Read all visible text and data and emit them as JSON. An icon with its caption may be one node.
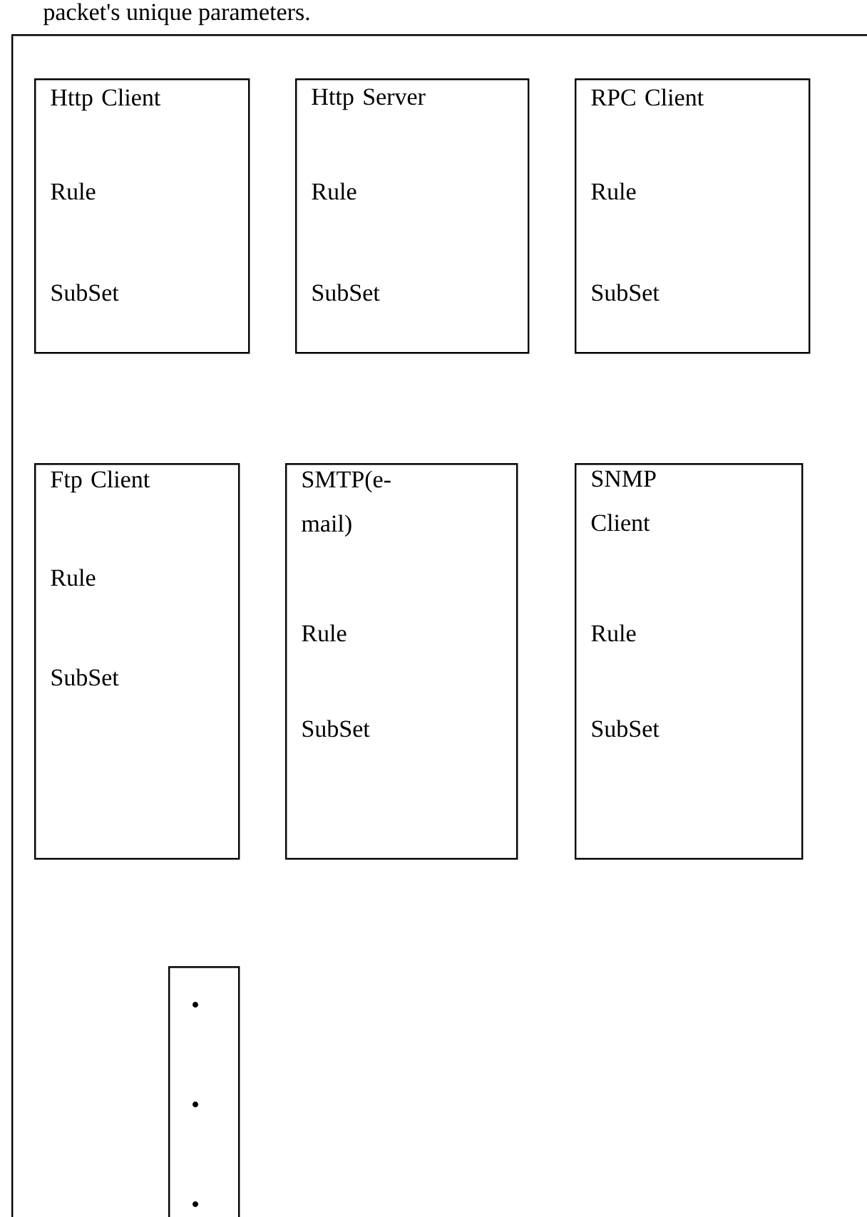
{
  "diagram": {
    "nodes": [
      {
        "text": [],
        "shape": "box"
      },
      {
        "text": [
          "Http Client",
          "Rule",
          "SubSet"
        ],
        "in": 0
      },
      {
        "text": [
          "Http Server",
          "Rule",
          "SubSet"
        ],
        "in": 0
      },
      {
        "text": [
          "RPC Client",
          "Rule",
          "SubSet"
        ],
        "in": 0
      },
      {
        "text": [
          "Ftp Client",
          "Rule",
          "SubSet"
        ],
        "in": 0
      },
      {
        "text": [
          "SMTP(e-mail)",
          "Rule",
          "SubSet"
        ],
        "in": 0
      },
      {
        "text": [
          "SNMP Client",
          "Rule",
          "SubSet"
        ],
        "in": 0
      },
      {
        "text": [],
        "shape": "box",
        "in": 0
      }
    ],
    "edges": [],
    "labels": [
      "packet's unique parameters."
    ]
  }
}
